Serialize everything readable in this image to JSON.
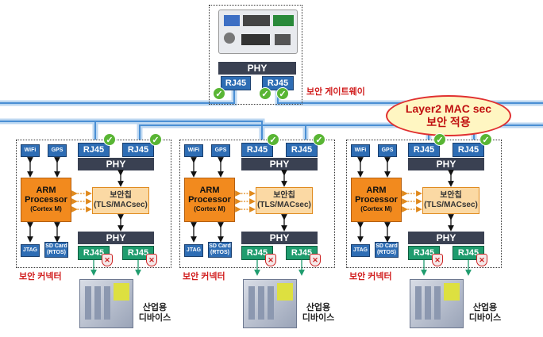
{
  "gateway": {
    "label": "보안 게이트웨이",
    "phy": "PHY",
    "ports": [
      "RJ45",
      "RJ45"
    ]
  },
  "callout": {
    "line1": "Layer2 MAC sec",
    "line2": "보안 적용"
  },
  "connectors": [
    {
      "label": "보안 커넥터",
      "top_phy": "PHY",
      "top_ports": [
        "RJ45",
        "RJ45"
      ],
      "bottom_phy": "PHY",
      "bottom_ports": [
        "RJ45",
        "RJ45"
      ],
      "wifi": "WiFi",
      "gps": "GPS",
      "jtag": "JTAG",
      "sd": "SD Card",
      "sd2": "(RTOS)",
      "arm": "ARM",
      "arm2": "Processor",
      "arm3": "(Cortex M)",
      "chip": "보안칩",
      "chip2": "(TLS/MACsec)",
      "device": [
        "산업용",
        "디바이스"
      ]
    },
    {
      "label": "보안 커넥터",
      "top_phy": "PHY",
      "top_ports": [
        "RJ45",
        "RJ45"
      ],
      "bottom_phy": "PHY",
      "bottom_ports": [
        "RJ45",
        "RJ45"
      ],
      "wifi": "WiFi",
      "gps": "GPS",
      "jtag": "JTAG",
      "sd": "SD Card",
      "sd2": "(RTOS)",
      "arm": "ARM",
      "arm2": "Processor",
      "arm3": "(Cortex M)",
      "chip": "보안칩",
      "chip2": "(TLS/MACsec)",
      "device": [
        "산업용",
        "디바이스"
      ]
    },
    {
      "label": "보안 커넥터",
      "top_phy": "PHY",
      "top_ports": [
        "RJ45",
        "RJ45"
      ],
      "bottom_phy": "PHY",
      "bottom_ports": [
        "RJ45",
        "RJ45"
      ],
      "wifi": "WiFi",
      "gps": "GPS",
      "jtag": "JTAG",
      "sd": "SD Card",
      "sd2": "(RTOS)",
      "arm": "ARM",
      "arm2": "Processor",
      "arm3": "(Cortex M)",
      "chip": "보안칩",
      "chip2": "(TLS/MACsec)",
      "device": [
        "산업용",
        "디바이스"
      ]
    }
  ],
  "colors": {
    "bus": "#4a8fd4",
    "rj_top": "#2e6db4",
    "rj_bottom": "#1f9c6e",
    "arm": "#f28a1e",
    "chip": "#fbd9a4",
    "label_red": "#d11d1d"
  },
  "icons": {
    "check": "check-icon",
    "shield": "shield-x-icon",
    "arrow": "bidirectional-arrow-icon"
  }
}
